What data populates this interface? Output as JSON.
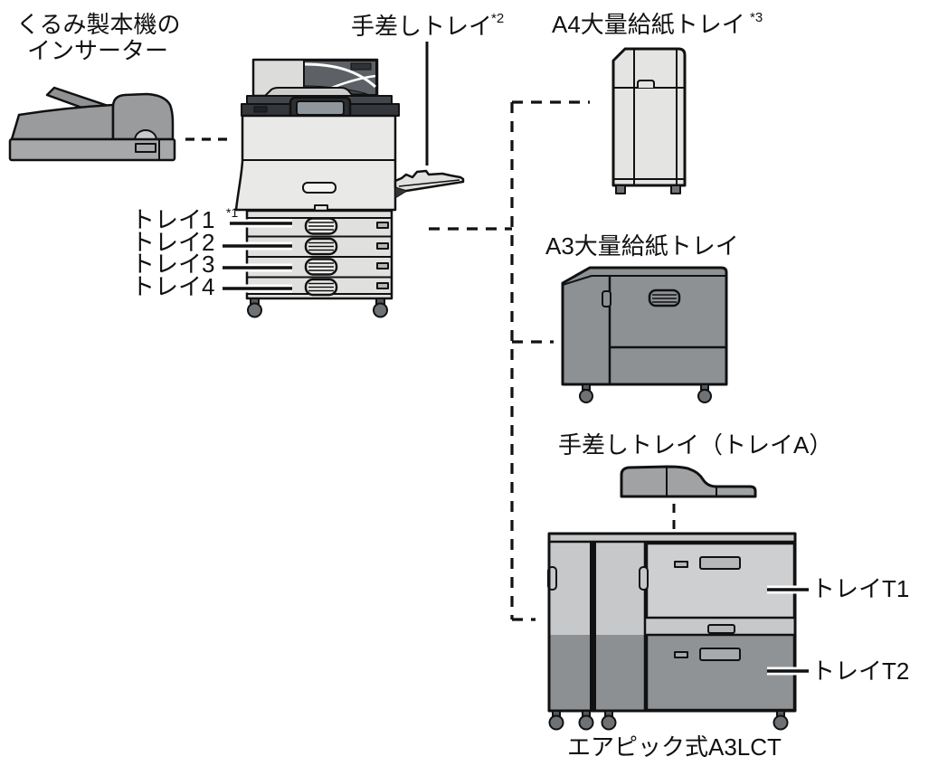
{
  "diagram": {
    "type": "printer-options-diagram",
    "labels": {
      "inserter": {
        "line1": "くるみ製本機の",
        "line2": "インサーター"
      },
      "bypass": {
        "text": "手差しトレイ",
        "sup": "*2"
      },
      "a4lct": {
        "text": "A4大量給紙トレイ",
        "sup": "*3"
      },
      "tray1": {
        "text": "トレイ1",
        "sup": "*1"
      },
      "tray2": "トレイ2",
      "tray3": "トレイ3",
      "tray4": "トレイ4",
      "a3lct": "A3大量給紙トレイ",
      "tray_a": "手差しトレイ（トレイA）",
      "tray_t1": "トレイT1",
      "tray_t2": "トレイT2",
      "airpick": "エアピック式A3LCT"
    },
    "colors": {
      "outline": "#111111",
      "printer_body": "#e9e9e7",
      "adf_dark": "#5d6165",
      "panel_dark": "#33373b",
      "inserter_gray": "#999b9d",
      "a4lct_light": "#e4e4e2",
      "a3lct_gray": "#8e9194",
      "airpick_upper": "#c6c8ca",
      "airpick_lower": "#8d9093",
      "caster_gray": "#6f7275"
    }
  }
}
